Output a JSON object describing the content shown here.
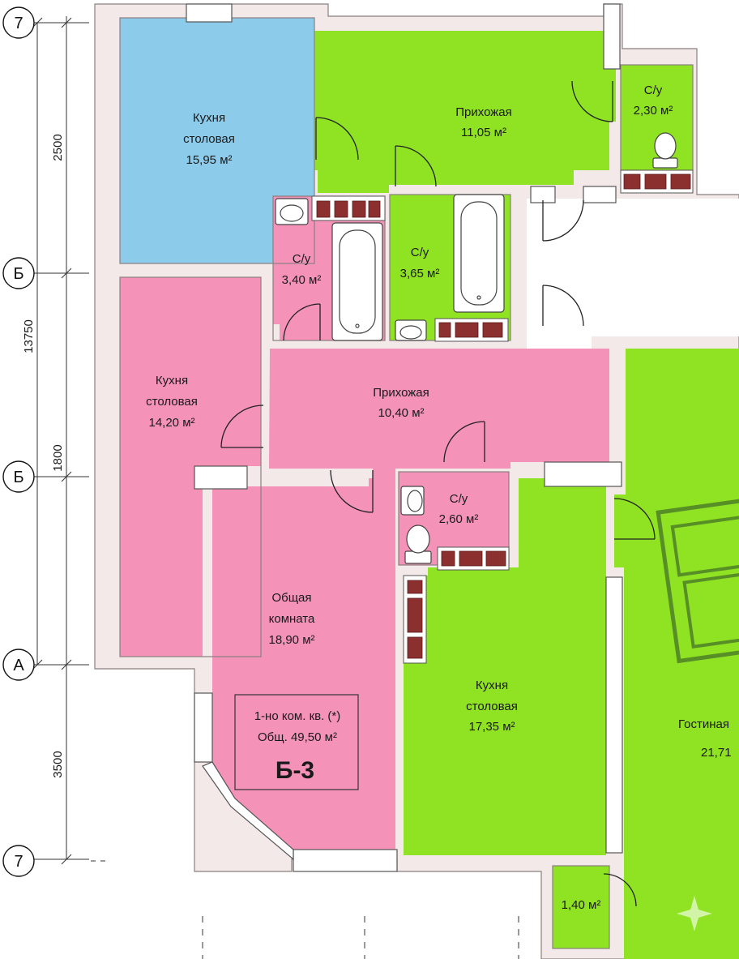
{
  "colors": {
    "green": "#8fe322",
    "pink": "#f492b8",
    "blue": "#8dcbea",
    "wall": "#efe3e3",
    "brick": "#8b2f2f"
  },
  "axes": {
    "top": "7",
    "b1": "Б",
    "b2": "Б",
    "a": "А",
    "bottom": "7"
  },
  "dimensions": {
    "total": "13750",
    "d1": "2500",
    "d2": "1800",
    "d3": "3500"
  },
  "rooms": {
    "kitchen_blue": {
      "name1": "Кухня",
      "name2": "столовая",
      "area": "15,95 м²"
    },
    "hall_top": {
      "name": "Прихожая",
      "area": "11,05 м²"
    },
    "wc_top_right": {
      "name": "С/у",
      "area": "2,30 м²"
    },
    "wc_pink": {
      "name": "С/у",
      "area": "3,40 м²"
    },
    "wc_green": {
      "name": "С/у",
      "area": "3,65 м²"
    },
    "kitchen_pink": {
      "name1": "Кухня",
      "name2": "столовая",
      "area": "14,20 м²"
    },
    "hall_pink": {
      "name": "Прихожая",
      "area": "10,40 м²"
    },
    "wc_small": {
      "name": "С/у",
      "area": "2,60 м²"
    },
    "common_room": {
      "name1": "Общая",
      "name2": "комната",
      "area": "18,90 м²"
    },
    "kitchen_green": {
      "name1": "Кухня",
      "name2": "столовая",
      "area": "17,35 м²"
    },
    "living": {
      "name": "Гостиная",
      "area": "21,71"
    },
    "balcony": {
      "area": "1,40 м²"
    }
  },
  "apartment": {
    "type": "1-но ком. кв. (*)",
    "total": "Общ. 49,50 м²",
    "code": "Б-3"
  }
}
